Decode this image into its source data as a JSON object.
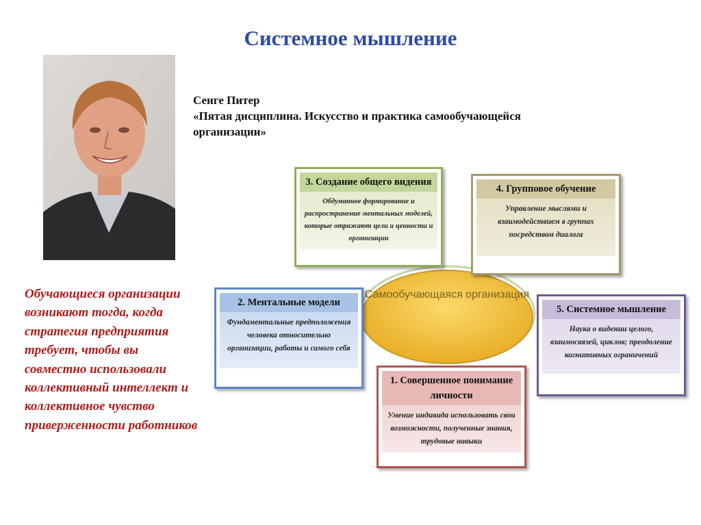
{
  "slide": {
    "title": "Системное мышление",
    "author_name": "Сенге Питер",
    "book_title": "«Пятая дисциплина. Искусство и практика самообучающейся\nорганизации»",
    "quote": "Обучающиеся организации возникают тогда, когда стратегия предприятия требует, чтобы вы совместно использовали коллективный интеллект и коллективное чувство приверженности работников"
  },
  "diagram": {
    "center": "Самообучающаяся организация",
    "boxes": [
      {
        "title": "1. Совершенное понимание личности",
        "text": "Умение индивида использовать свои возможности, полученные знания, трудовые навыки"
      },
      {
        "title": "2. Ментальные модели",
        "text": "Фундаментальные предположения человека относительно организации, работы и самого себя"
      },
      {
        "title": "3. Создание общего видения",
        "text": "Обдуманное формирование и распространение ментальных моделей, которые отражают цели и ценности и организации"
      },
      {
        "title": "4. Групповое обучение",
        "text": "Управление мыслями и взаимодействием в группах посредством диалога"
      },
      {
        "title": "5. Системное мышление",
        "text": "Наука о видении целого, взаимосвязей, циклов; преодоление когнитивных ограничений"
      }
    ],
    "colors": {
      "box1": "#b25452",
      "box2": "#5b86c4",
      "box3": "#8fae57",
      "box4": "#a49a6c",
      "box5": "#6e5a99",
      "center_fill": "#f2c13a",
      "title": "#2f4aa6",
      "quote": "#b21a1a"
    }
  }
}
